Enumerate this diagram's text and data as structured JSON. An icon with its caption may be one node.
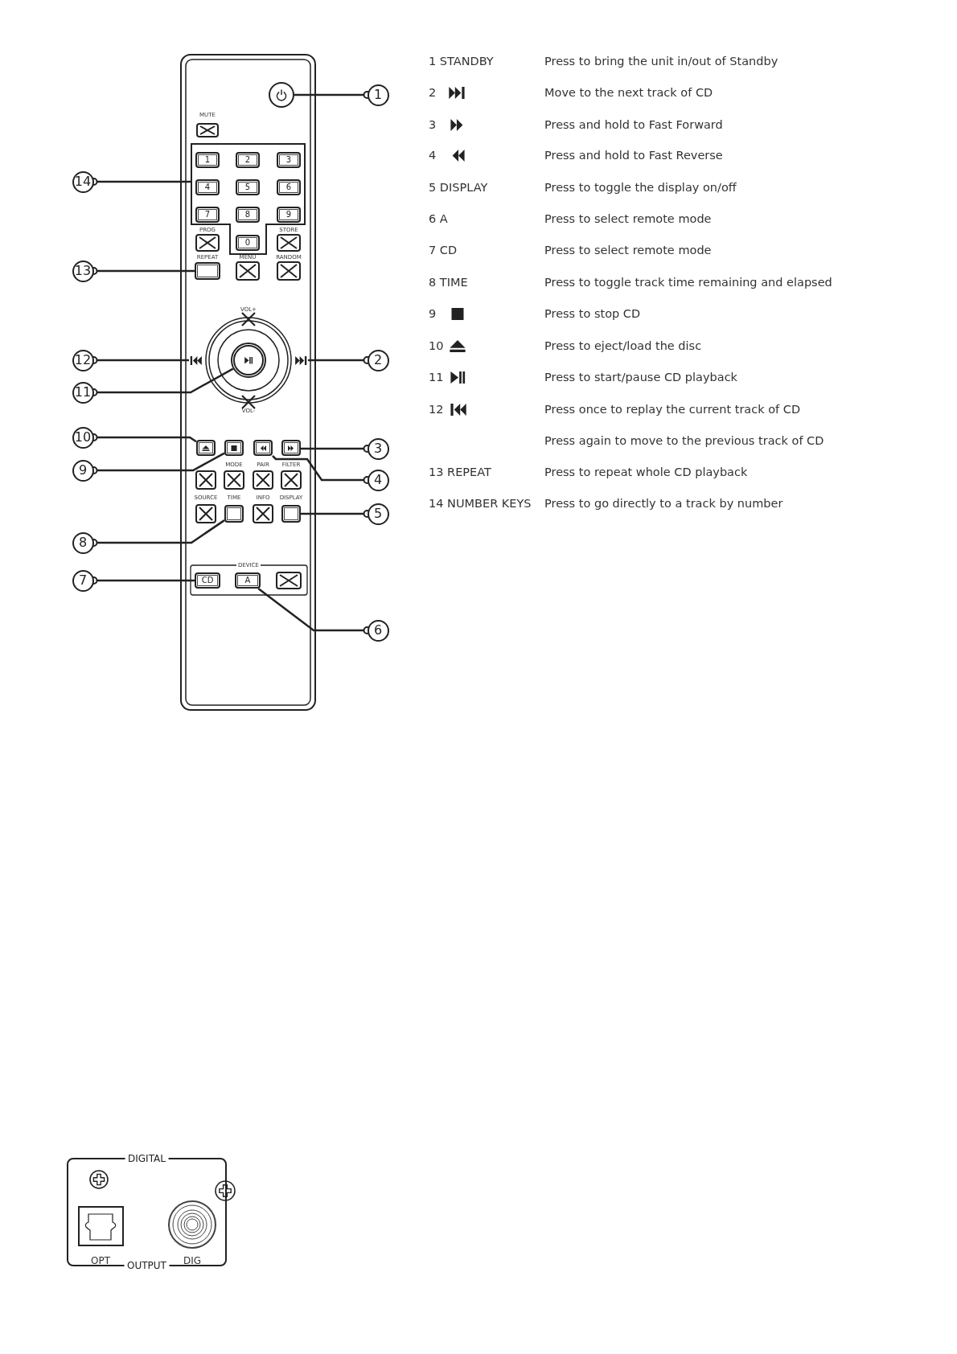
{
  "diagram": {
    "nodes": [
      {
        "text": [],
        "shape": "circle"
      },
      {
        "text": [],
        "shape": "box"
      },
      {
        "text": [
          "1"
        ],
        "in": 1
      },
      {
        "text": [
          "2"
        ],
        "in": 1
      },
      {
        "text": [
          "3"
        ],
        "in": 1
      },
      {
        "text": [
          "4"
        ],
        "in": 1
      },
      {
        "text": [
          "5"
        ],
        "in": 1
      },
      {
        "text": [
          "6"
        ],
        "in": 1
      },
      {
        "text": [
          "7"
        ],
        "in": 1
      },
      {
        "text": [
          "8"
        ],
        "in": 1
      },
      {
        "text": [
          "9"
        ],
        "in": 1
      },
      {
        "text": [
          "0"
        ],
        "in": 1
      },
      {
        "text": [],
        "shape": "box",
        "beside": [
          "REPEAT"
        ]
      },
      {
        "text": [],
        "shape": "triangle"
      },
      {
        "text": [],
        "shape": "triangle"
      },
      {
        "text": [],
        "shape": "circle"
      },
      {
        "text": [],
        "shape": "box"
      },
      {
        "text": [],
        "shape": "box"
      },
      {
        "text": [],
        "shape": "box"
      },
      {
        "text": [],
        "shape": "box"
      },
      {
        "text": [],
        "shape": "box",
        "beside": [
          "TIME"
        ]
      },
      {
        "text": [],
        "shape": "box",
        "beside": [
          "DISPLAY"
        ]
      },
      {
        "text": [
          "CD"
        ]
      },
      {
        "text": [
          "A"
        ]
      },
      {
        "text": [
          "1"
        ]
      },
      {
        "text": [
          "2"
        ]
      },
      {
        "text": [
          "3"
        ]
      },
      {
        "text": [
          "4"
        ]
      },
      {
        "text": [
          "5"
        ]
      },
      {
        "text": [
          "6"
        ]
      },
      {
        "text": [
          "7"
        ]
      },
      {
        "text": [
          "8"
        ]
      },
      {
        "text": [
          "9"
        ]
      },
      {
        "text": [
          "10"
        ]
      },
      {
        "text": [
          "11"
        ]
      },
      {
        "text": [
          "12"
        ]
      },
      {
        "text": [
          "13"
        ]
      },
      {
        "text": [
          "14"
        ]
      },
      {
        "text": [
          "DIGITAL",
          "OUTPUT"
        ]
      },
      {
        "text": [],
        "shape": "box",
        "beside": [
          "OPT"
        ],
        "in": 38
      },
      {
        "text": [],
        "shape": "circle",
        "beside": [
          "DIG"
        ],
        "in": 38
      }
    ],
    "edges": [
      {
        "from": 24,
        "to": 0,
        "arrow": "other"
      },
      {
        "from": 25,
        "to": 14,
        "arrow": "other"
      },
      {
        "from": 26,
        "to": 19,
        "arrow": "other"
      },
      {
        "from": 27,
        "to": 18,
        "arrow": "other"
      },
      {
        "from": 28,
        "to": 21,
        "arrow": "other"
      },
      {
        "from": 29,
        "to": 23,
        "arrow": "other"
      },
      {
        "from": 30,
        "to": 22,
        "arrow": "other"
      },
      {
        "from": 31,
        "to": 20,
        "arrow": "other"
      },
      {
        "from": 32,
        "to": 17,
        "arrow": "other"
      },
      {
        "from": 33,
        "to": 16,
        "arrow": "other"
      },
      {
        "from": 34,
        "to": 15,
        "arrow": "other"
      },
      {
        "from": 35,
        "to": 13,
        "arrow": "other"
      },
      {
        "from": 36,
        "to": 12,
        "arrow": "other"
      },
      {
        "from": 37,
        "to": 1,
        "arrow": "other"
      }
    ],
    "labels": [
      "MUTE",
      "PROG",
      "STORE",
      "MENU",
      "RANDOM",
      "VOL+",
      "VOL-",
      "MODE",
      "PAIR",
      "FILTER",
      "SOURCE",
      "INFO",
      "DEVICE",
      "1 STANDBY",
      "Press to bring the unit in/out of Standby",
      "2",
      "Move to the next track of CD",
      "3",
      "Press and hold to Fast Forward",
      "4",
      "Press and hold to Fast Reverse",
      "5 DISPLAY",
      "Press to toggle the display on/off",
      "6 A",
      "Press to select remote mode",
      "7 CD",
      "Press to select remote mode",
      "8 TIME",
      "Press to toggle track time remaining and elapsed",
      "9",
      "Press to stop CD",
      "10",
      "Press to eject/load the disc",
      "11",
      "Press to start/pause CD playback",
      "12",
      "Press once to replay the current track of CD",
      "Press again to move to the previous track of CD",
      "13 REPEAT",
      "Press to repeat whole CD playback",
      "14 NUMBER KEYS",
      "Press to go directly to a track by number"
    ]
  }
}
